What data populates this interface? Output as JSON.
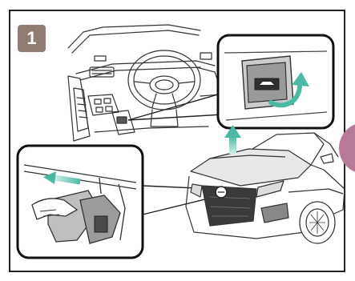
{
  "step": {
    "number": "1"
  },
  "colors": {
    "badge": "#8f7d73",
    "arrow": "#4bb9a4",
    "nextBadge": "#b77a96",
    "frame": "#222222",
    "line": "#333333"
  },
  "illustrations": {
    "interior": "dashboard-with-steering-wheel",
    "inset_lever": "hood-release-lever",
    "inset_latch": "secondary-hood-latch",
    "exterior": "suv-front-with-open-hood"
  }
}
